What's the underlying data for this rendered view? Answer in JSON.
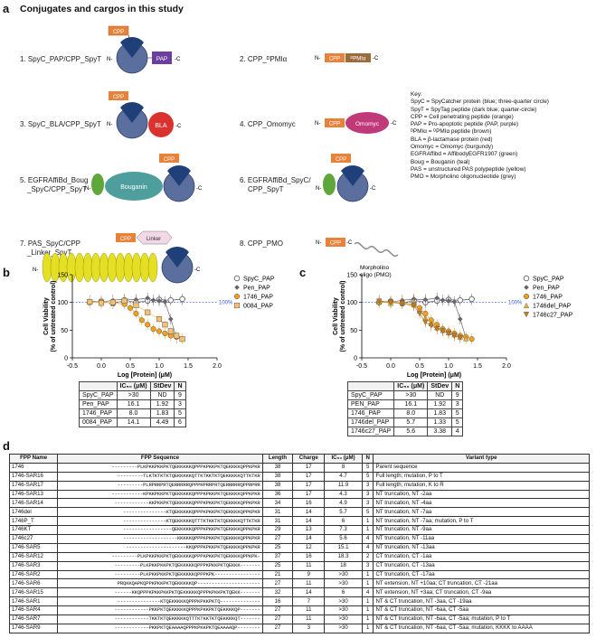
{
  "panel_a": {
    "label": "a",
    "title": "Conjugates and cargos in this study",
    "items": [
      {
        "label": "1. SpyC_PAP/CPP_SpyT"
      },
      {
        "label": "2. CPP_ᴰPMIα"
      },
      {
        "label": "3. SpyC_BLA/CPP_SpyT"
      },
      {
        "label": "4. CPP_Omomyc"
      },
      {
        "label": "5. EGFRAffiBd_Boug\n_SpyC/CPP_SpyT"
      },
      {
        "label": "6. EGFRAffiBd_SpyC/\nCPP_SpyT"
      },
      {
        "label": "7. PAS_SpyC/CPP\n_Linker_SpyT"
      },
      {
        "label": "8. CPP_PMO"
      }
    ],
    "shape_labels": {
      "cpp": "CPP",
      "pap": "PAP",
      "dpmi": "ᴰPMIα",
      "bla": "BLA",
      "omomyc": "Omomyc",
      "bouganin": "Bouganin",
      "linker": "Linker",
      "pmo": "Morpholino\noligo (PMO)",
      "n": "N-",
      "c": "-C"
    },
    "key": "Key:\nSpyC = SpyCatcher protein (blue; three-quarter circle)\nSpyT = SpyTag peptide (dark blue; quarter-circle)\nCPP = Cell penetrating peptide (orange)\nPAP = Pro-apoptotic peptide (PAP, purple)\nᴰPMIα = ᴰPMIα peptide (brown)\nBLA = β-lactamase protein (red)\nOmomyc = Omomyc (burgundy)\nEGFRAffibd = AffibodyEGFR1907 (green)\nBoug = Bouganin (teal)\nPAS = unstructured PAS polypeptide (yellow)\nPMO = Morpholino oligonucleotide (grey)"
  },
  "chart_data": [
    {
      "panel": "b",
      "type": "scatter",
      "xlabel": "Log [Protein] (μM)",
      "ylabel": "Cell Viability\n(% of untreated control)",
      "xlim": [
        -0.5,
        2.0
      ],
      "ylim": [
        0,
        150
      ],
      "xticks": [
        "-0.5",
        "0.0",
        "0.5",
        "1.0",
        "1.5",
        "2.0"
      ],
      "yticks": [
        "0",
        "50",
        "100",
        "150"
      ],
      "reference_label": "100%",
      "series": [
        {
          "name": "SpyC_PAP",
          "marker": "circle-open",
          "color": "#555555",
          "x": [
            -0.2,
            0.0,
            0.2,
            0.4,
            0.6,
            0.8,
            1.0,
            1.2,
            1.4
          ],
          "y": [
            100,
            102,
            98,
            104,
            100,
            103,
            105,
            104,
            106
          ]
        },
        {
          "name": "Pen_PAP",
          "marker": "diamond",
          "color": "#666666",
          "x": [
            -0.2,
            0.0,
            0.2,
            0.4,
            0.6,
            0.8,
            0.9,
            1.0,
            1.1,
            1.2,
            1.3
          ],
          "y": [
            103,
            100,
            104,
            106,
            105,
            108,
            104,
            103,
            101,
            70,
            36
          ]
        },
        {
          "name": "1746_PAP",
          "marker": "circle",
          "color": "#f2a01a",
          "x": [
            -0.2,
            0.0,
            0.2,
            0.4,
            0.5,
            0.6,
            0.7,
            0.8,
            0.9,
            1.0,
            1.1,
            1.2,
            1.3,
            1.4
          ],
          "y": [
            100,
            101,
            99,
            97,
            90,
            80,
            68,
            60,
            52,
            48,
            44,
            40,
            38,
            34
          ]
        },
        {
          "name": "0084_PAP",
          "marker": "square",
          "color": "#f6c272",
          "x": [
            -0.2,
            0.0,
            0.2,
            0.4,
            0.6,
            0.8,
            1.0,
            1.1,
            1.2,
            1.3,
            1.4
          ],
          "y": [
            101,
            99,
            100,
            103,
            95,
            82,
            70,
            60,
            48,
            40,
            34
          ]
        }
      ],
      "table": {
        "headers": [
          "",
          "IC₅₀ (μM)",
          "StDev",
          "N"
        ],
        "rows": [
          [
            "SpyC_PAP",
            ">30",
            "ND",
            "9"
          ],
          [
            "Pen_PAP",
            "16.1",
            "1.92",
            "3"
          ],
          [
            "1746_PAP",
            "8.0",
            "1.83",
            "5"
          ],
          [
            "0084_PAP",
            "14.1",
            "4.49",
            "6"
          ]
        ]
      }
    },
    {
      "panel": "c",
      "type": "scatter",
      "xlabel": "Log [Protein] (μM)",
      "ylabel": "Cell Viability\n(% of untreated control)",
      "xlim": [
        -0.5,
        2.0
      ],
      "ylim": [
        0,
        150
      ],
      "xticks": [
        "-0.5",
        "0.0",
        "0.5",
        "1.0",
        "1.5",
        "2.0"
      ],
      "yticks": [
        "0",
        "50",
        "100",
        "150"
      ],
      "reference_label": "100%",
      "series": [
        {
          "name": "SpyC_PAP",
          "marker": "circle-open",
          "color": "#555555",
          "x": [
            -0.2,
            0.0,
            0.2,
            0.4,
            0.6,
            0.8,
            1.0,
            1.2,
            1.4
          ],
          "y": [
            100,
            102,
            98,
            104,
            100,
            103,
            105,
            104,
            106
          ]
        },
        {
          "name": "Pen_PAP",
          "marker": "diamond",
          "color": "#666666",
          "x": [
            -0.2,
            0.0,
            0.2,
            0.4,
            0.6,
            0.8,
            0.9,
            1.0,
            1.1,
            1.2,
            1.3
          ],
          "y": [
            103,
            100,
            104,
            106,
            105,
            108,
            104,
            103,
            101,
            70,
            36
          ]
        },
        {
          "name": "1746_PAP",
          "marker": "circle",
          "color": "#f2a01a",
          "x": [
            -0.2,
            0.0,
            0.2,
            0.4,
            0.5,
            0.6,
            0.7,
            0.8,
            0.9,
            1.0,
            1.1,
            1.2,
            1.3,
            1.4
          ],
          "y": [
            100,
            101,
            99,
            97,
            90,
            80,
            68,
            60,
            52,
            48,
            44,
            40,
            38,
            34
          ]
        },
        {
          "name": "1746del_PAP",
          "marker": "triangle-up",
          "color": "#e7b23a",
          "x": [
            -0.2,
            0.0,
            0.2,
            0.4,
            0.5,
            0.6,
            0.7,
            0.8,
            0.9,
            1.0,
            1.1,
            1.2,
            1.3
          ],
          "y": [
            101,
            99,
            100,
            96,
            85,
            72,
            62,
            55,
            50,
            46,
            42,
            38,
            35
          ]
        },
        {
          "name": "1746c27_PAP",
          "marker": "triangle-down",
          "color": "#c9781a",
          "x": [
            -0.2,
            0.0,
            0.2,
            0.4,
            0.5,
            0.6,
            0.7,
            0.8,
            0.9,
            1.0,
            1.1,
            1.2
          ],
          "y": [
            102,
            100,
            98,
            94,
            80,
            64,
            58,
            52,
            48,
            44,
            40,
            36
          ]
        }
      ],
      "table": {
        "headers": [
          "",
          "IC₅₀ (μM)",
          "StDev",
          "N"
        ],
        "rows": [
          [
            "SpyC_PAP",
            ">30",
            "ND",
            "9"
          ],
          [
            "PEN_PAP",
            "16.1",
            "1.92",
            "3"
          ],
          [
            "1746_PAP",
            "8.0",
            "1.83",
            "5"
          ],
          [
            "1746del_PAP",
            "5.7",
            "1.33",
            "5"
          ],
          [
            "1746c27_PAP",
            "5.6",
            "3.38",
            "4"
          ]
        ]
      }
    }
  ],
  "panel_b_label": "b",
  "panel_c_label": "c",
  "panel_d": {
    "label": "d",
    "headers": [
      "FPP Name",
      "FPP Sequence",
      "Length",
      "Charge",
      "IC₅₀ (μM)",
      "N",
      "Variant type"
    ],
    "rows": [
      [
        "1746",
        "---------PLKPKKPKKPKTQEKKKKKQPPPKPKKPKTQEKKKKQPPKPKR",
        "38",
        "17",
        "8",
        "5",
        "Parent sequence"
      ],
      [
        "1746-SAR16",
        "---------TLKTKTKTKTQEKKKKKQTTKTKKTKTQEKKKKKQTTKTKR",
        "38",
        "17",
        "4.7",
        "5",
        "Full length; mutation, P to T"
      ],
      [
        "1746-SAR17",
        "---------PLRPRRPRTQERRRRRQPPPRPRRPRTQERRRRRQPPRPRR",
        "38",
        "17",
        "11.9",
        "3",
        "Full length; mutation, K to R"
      ],
      [
        "1746-SAR13",
        "-----------KPKKPKKPKTQEKKKKKQPPPKPKKPKTQEKKKKQPPKPKR",
        "36",
        "17",
        "4.3",
        "3",
        "NT truncation, NT -2aa"
      ],
      [
        "1746-SAR14",
        "------------KKPKKPKTQEKKKKKQPPPKPKKPKTQEKKKKQPPKPKR",
        "34",
        "16",
        "4.9",
        "3",
        "NT truncation, NT -4aa"
      ],
      [
        "1746del",
        "---------------KTQEKKKKKQPPPKPKKPKTQEKKKKQPPKPKR",
        "31",
        "14",
        "5.7",
        "5",
        "NT truncation, NT -7aa"
      ],
      [
        "1746P_T",
        "---------------KTQEKKKKKQTTTKTKKTKTQEKKKKQTTKTKR",
        "31",
        "14",
        "6",
        "1",
        "NT truncation, NT -7aa; mutation, P to T"
      ],
      [
        "1746KT",
        "-----------------QEKKKKKQPPPKPKKPKTQEKKKKQPPKPKR",
        "29",
        "13",
        "7.3",
        "1",
        "NT truncation, NT -9aa"
      ],
      [
        "1746c27",
        "-------------------KKKKKQPPPKPKKPKTQEKKKKQPPKPKR",
        "27",
        "14",
        "5.6",
        "4",
        "NT truncation, NT -11aa"
      ],
      [
        "1746-SAR5",
        "---------------------KKQPPPKPKKPKTQEKKKKQPPKPKR",
        "25",
        "12",
        "15.1",
        "4",
        "NT truncation, NT -13aa"
      ],
      [
        "1746-SAR12",
        "---------PLKPKKPKKPKTQEKKKKKQPPPKPKKPKTQEKKKKQPPKPK-",
        "37",
        "16",
        "18.3",
        "2",
        "CT truncation, CT -1aa"
      ],
      [
        "1746-SAR3",
        "---------PLKPKKPKKPKTQEKKKKKQPPPKPKKPKTQEKKK-------",
        "25",
        "11",
        "18",
        "3",
        "CT truncation, CT -13aa"
      ],
      [
        "1746-SAR2",
        "---------PLKPKKPKKPKTQEKKKKKQPPPKPK----------------",
        "21",
        "9",
        ">30",
        "1",
        "CT truncation, CT -17aa"
      ],
      [
        "1746-SAR6",
        "PRQKKQAPKQPPKPKKPKTQEKKKKKQP----------------------",
        "27",
        "11",
        ">30",
        "1",
        "NT extension, NT +10aa; CT truncation, CT -21aa"
      ],
      [
        "1746-SAR15",
        "------KKQPPPKPKKPKKPKTQEKKKKKQPPPKPKKPKTQEKK-------",
        "32",
        "14",
        "6",
        "4",
        "NT extension, NT +3aa; CT truncation, CT -9aa"
      ],
      [
        "1746-SAR1",
        "---------------KTQEKKKKKQPPPKPKKPKTQ--------------",
        "16",
        "7",
        ">30",
        "1",
        "NT & CT truncation, NT -3aa, CT -19aa"
      ],
      [
        "1746-SAR4",
        "------------PKKPKTQEKKKKKQPPPKPKKPKTQEKKKKQP-------",
        "27",
        "11",
        ">30",
        "1",
        "NT & CT truncation, NT -6aa, CT -5aa"
      ],
      [
        "1746-SAR7",
        "------------TKKTKTQEKKKKKQTTTKTKKTKTQEKKKKQT-------",
        "27",
        "11",
        ">30",
        "1",
        "NT & CT truncation, NT -6aa, CT -5aa; mutation, P to T"
      ],
      [
        "1746-SAR9",
        "------------PKKPKTQEAAAAQPPPKPKKPKTQEAAAAQP--------",
        "27",
        "3",
        ">30",
        "1",
        "NT & CT truncation, NT -6aa, CT -5aa; mutation, KKKK to AAAA"
      ]
    ]
  }
}
